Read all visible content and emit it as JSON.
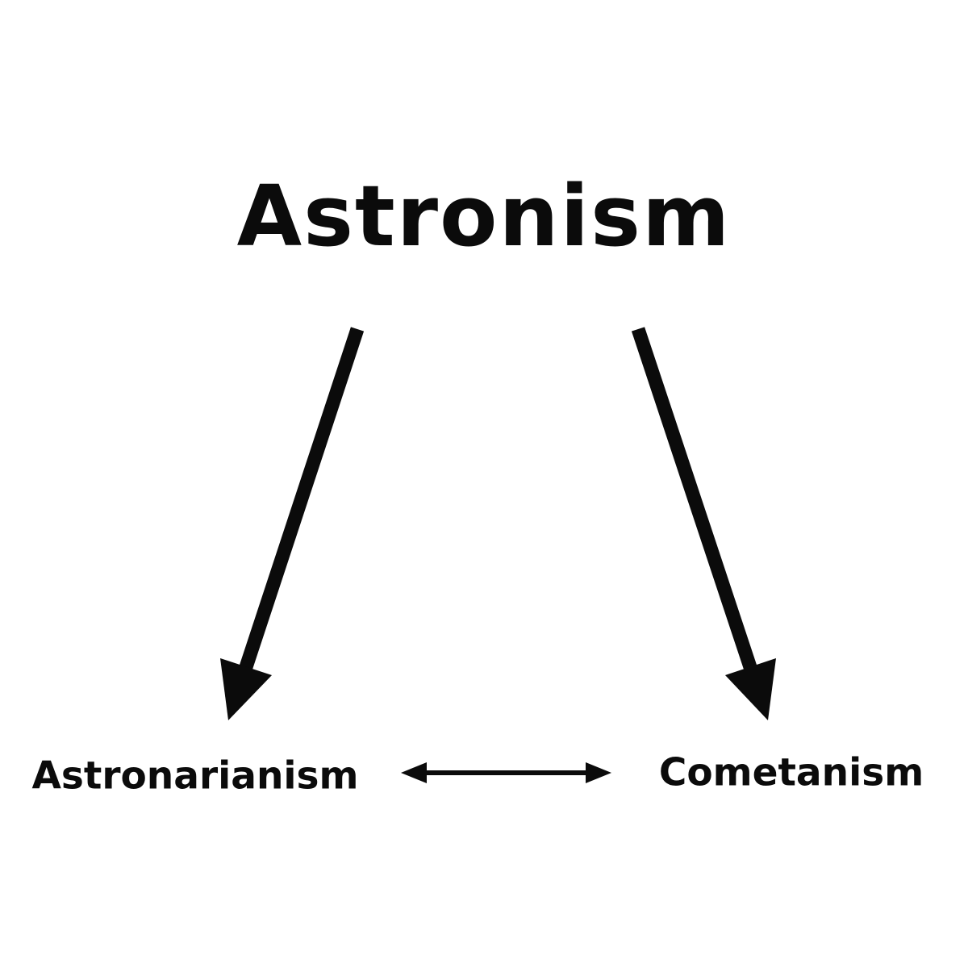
{
  "diagram": {
    "title": "Astronism",
    "nodes": {
      "left": "Astronarianism",
      "right": "Cometanism"
    },
    "relations": [
      {
        "from": "Astronism",
        "to": "Astronarianism",
        "type": "directed-arrow"
      },
      {
        "from": "Astronism",
        "to": "Cometanism",
        "type": "directed-arrow"
      },
      {
        "from": "Astronarianism",
        "to": "Cometanism",
        "type": "bidirectional-arrow"
      }
    ],
    "colors": {
      "background": "#ffffff",
      "ink": "#0b0b0b"
    }
  }
}
